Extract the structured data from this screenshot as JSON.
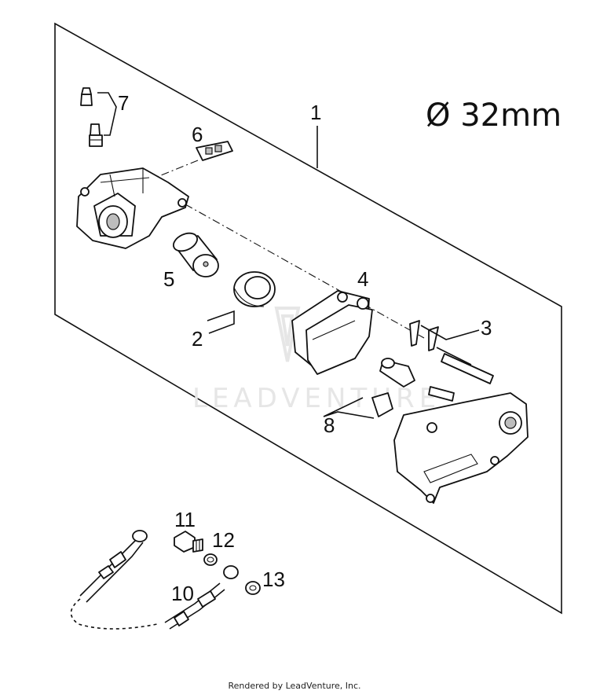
{
  "diagram": {
    "dimension_label": "Ø 32mm",
    "watermark": "LEADVENTURE",
    "callouts": {
      "c1": "1",
      "c2": "2",
      "c3": "3",
      "c4": "4",
      "c5": "5",
      "c6": "6",
      "c7": "7",
      "c8": "8",
      "c10": "10",
      "c11": "11",
      "c12": "12",
      "c13": "13"
    }
  },
  "footer": {
    "credit": "Rendered by LeadVenture, Inc."
  }
}
